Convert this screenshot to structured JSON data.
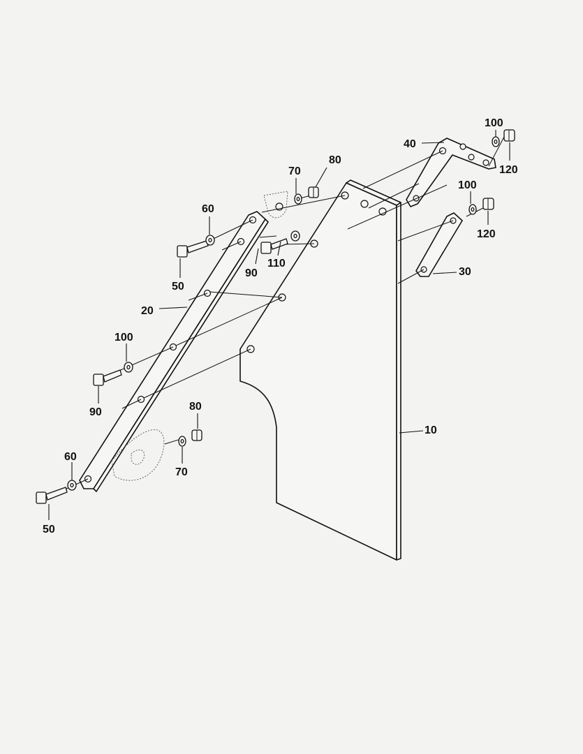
{
  "callouts": [
    {
      "id": "c10",
      "text": "10"
    },
    {
      "id": "c20",
      "text": "20"
    },
    {
      "id": "c30",
      "text": "30"
    },
    {
      "id": "c40",
      "text": "40"
    },
    {
      "id": "c50a",
      "text": "50"
    },
    {
      "id": "c50b",
      "text": "50"
    },
    {
      "id": "c60a",
      "text": "60"
    },
    {
      "id": "c60b",
      "text": "60"
    },
    {
      "id": "c70a",
      "text": "70"
    },
    {
      "id": "c70b",
      "text": "70"
    },
    {
      "id": "c80a",
      "text": "80"
    },
    {
      "id": "c80b",
      "text": "80"
    },
    {
      "id": "c90a",
      "text": "90"
    },
    {
      "id": "c90b",
      "text": "90"
    },
    {
      "id": "c100a",
      "text": "100"
    },
    {
      "id": "c100b",
      "text": "100"
    },
    {
      "id": "c100c",
      "text": "100"
    },
    {
      "id": "c110",
      "text": "110"
    },
    {
      "id": "c120a",
      "text": "120"
    },
    {
      "id": "c120b",
      "text": "120"
    }
  ]
}
